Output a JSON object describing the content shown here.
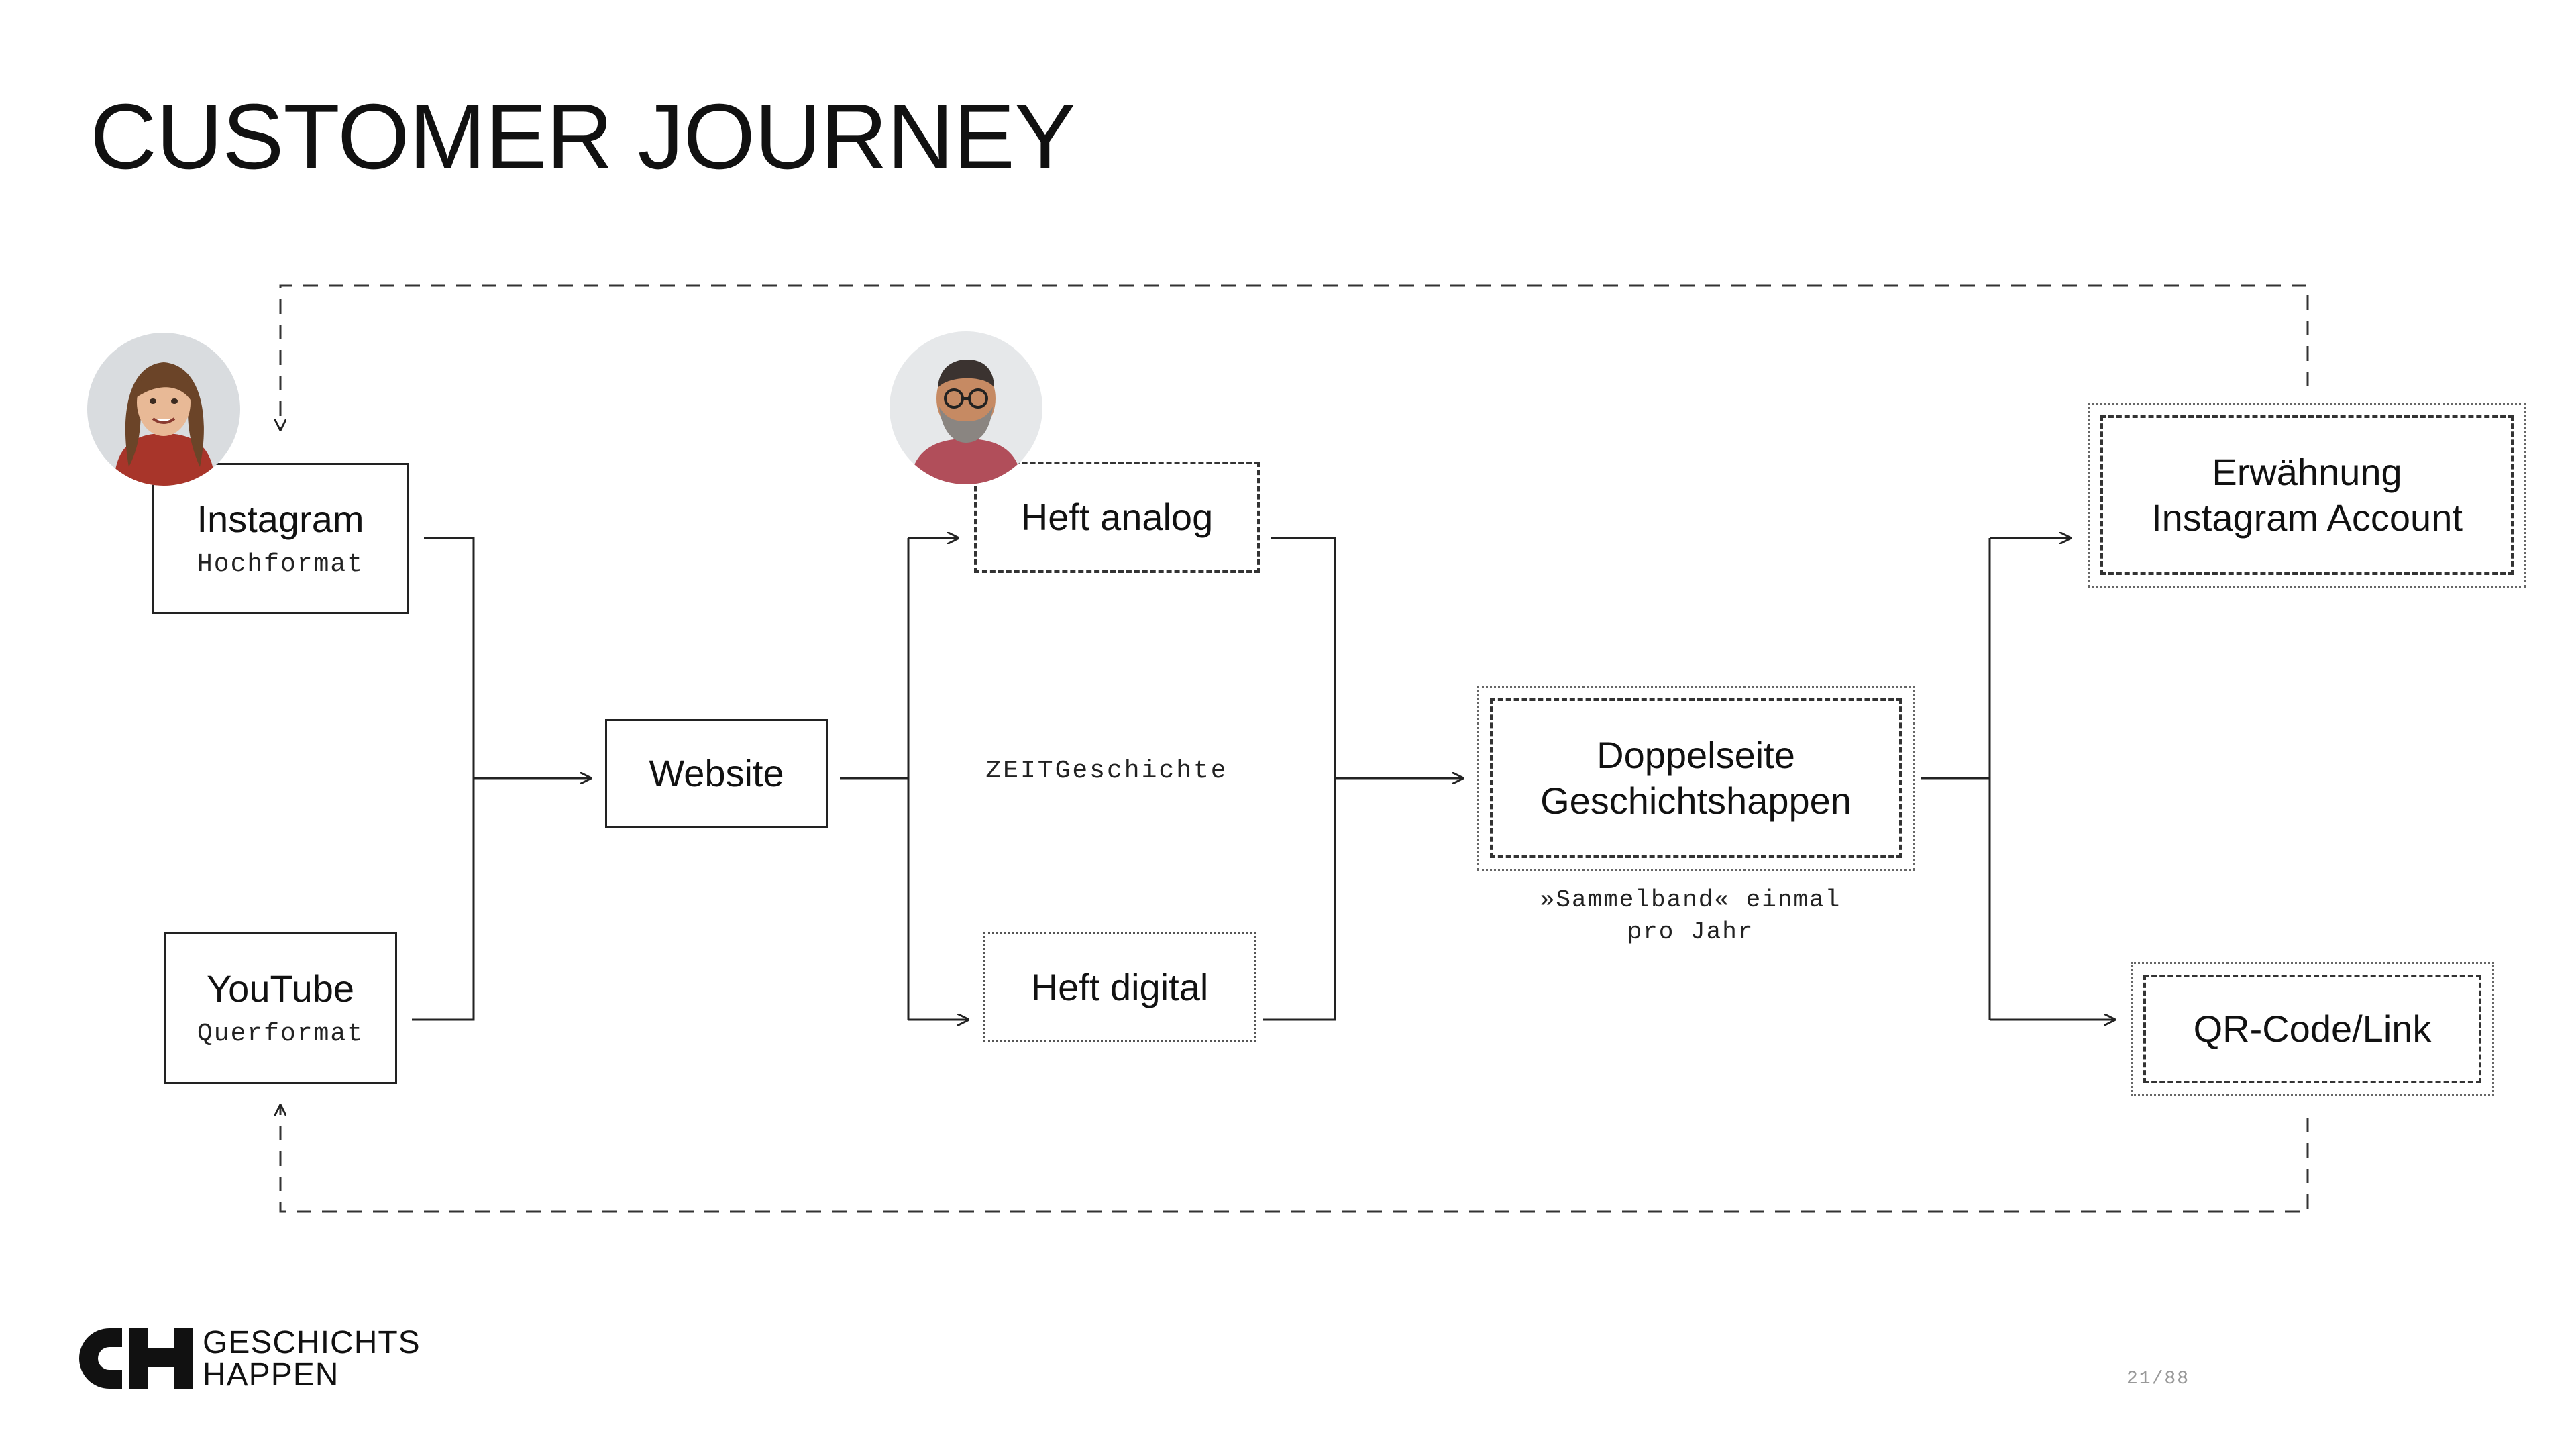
{
  "slide": {
    "title": "CUSTOMER JOURNEY",
    "page_number": "21/88"
  },
  "brand": {
    "line1": "GESCHICHTS",
    "line2": "HAPPEN"
  },
  "nodes": {
    "instagram": {
      "label": "Instagram",
      "sub": "Hochformat"
    },
    "youtube": {
      "label": "YouTube",
      "sub": "Querformat"
    },
    "website": {
      "label": "Website"
    },
    "heft_analog": {
      "label": "Heft analog"
    },
    "heft_digital": {
      "label": "Heft digital"
    },
    "doppelseite": {
      "line1": "Doppelseite",
      "line2": "Geschichtshappen"
    },
    "erwaehnung": {
      "line1": "Erwähnung",
      "line2": "Instagram Account"
    },
    "qr": {
      "label": "QR-Code/Link"
    }
  },
  "labels": {
    "zeit": "ZEITGeschichte",
    "sammelband_line1": "»Sammelband« einmal",
    "sammelband_line2": "pro Jahr"
  },
  "people": {
    "woman": "portrait-woman",
    "man": "portrait-man"
  },
  "colors": {
    "text": "#111111",
    "line": "#222222",
    "muted": "#999999"
  }
}
